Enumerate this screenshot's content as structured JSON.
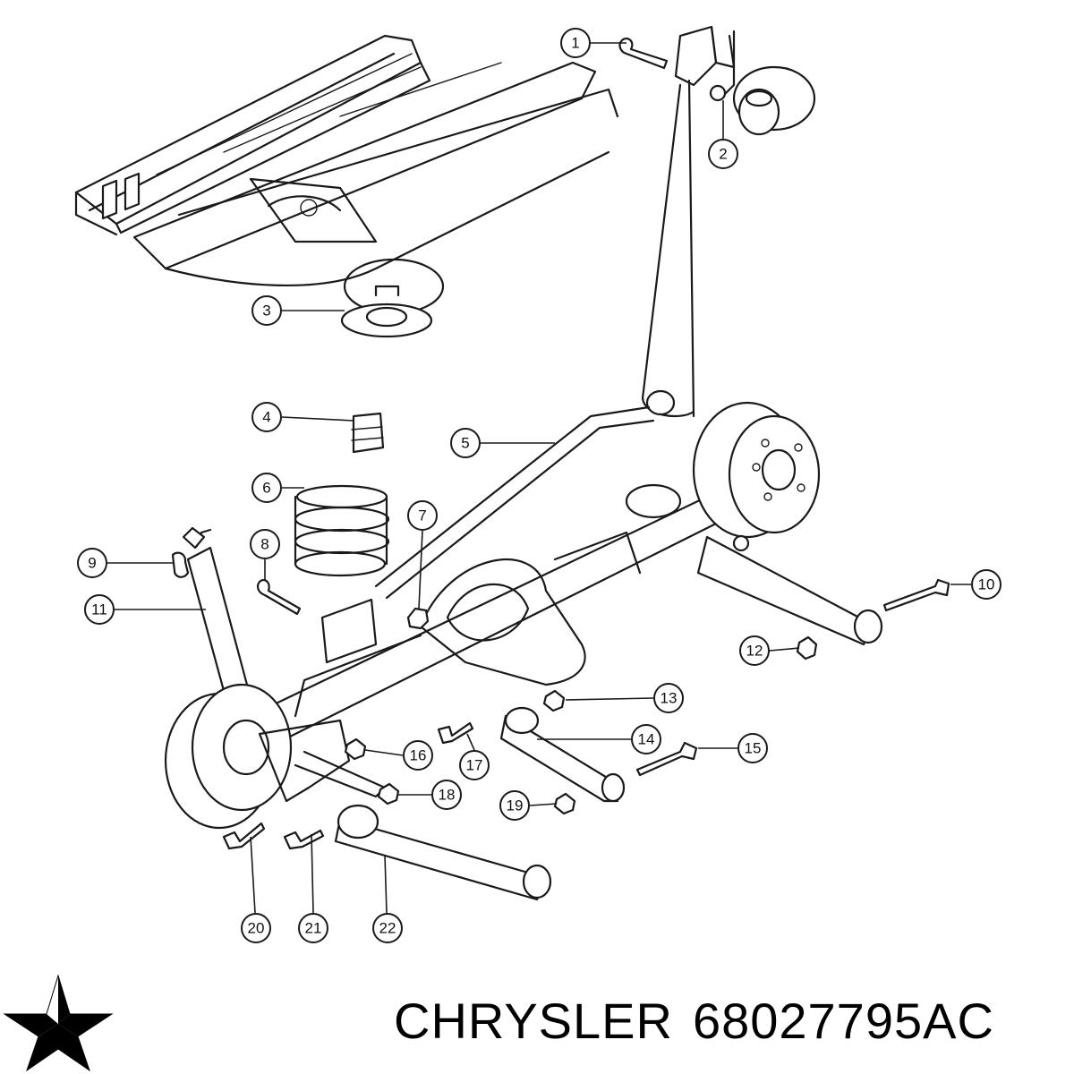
{
  "callouts": [
    {
      "n": "1"
    },
    {
      "n": "2"
    },
    {
      "n": "3"
    },
    {
      "n": "4"
    },
    {
      "n": "5"
    },
    {
      "n": "6"
    },
    {
      "n": "7"
    },
    {
      "n": "8"
    },
    {
      "n": "9"
    },
    {
      "n": "10"
    },
    {
      "n": "11"
    },
    {
      "n": "12"
    },
    {
      "n": "13"
    },
    {
      "n": "14"
    },
    {
      "n": "15"
    },
    {
      "n": "16"
    },
    {
      "n": "17"
    },
    {
      "n": "18"
    },
    {
      "n": "19"
    },
    {
      "n": "20"
    },
    {
      "n": "21"
    },
    {
      "n": "22"
    }
  ],
  "caption": {
    "brand": "CHRYSLER",
    "part_number": "68027795AC"
  },
  "logo": {
    "icon": "chrysler-pentastar-icon",
    "text": ""
  },
  "colors": {
    "line": "#1a1a1a",
    "background": "#ffffff"
  }
}
